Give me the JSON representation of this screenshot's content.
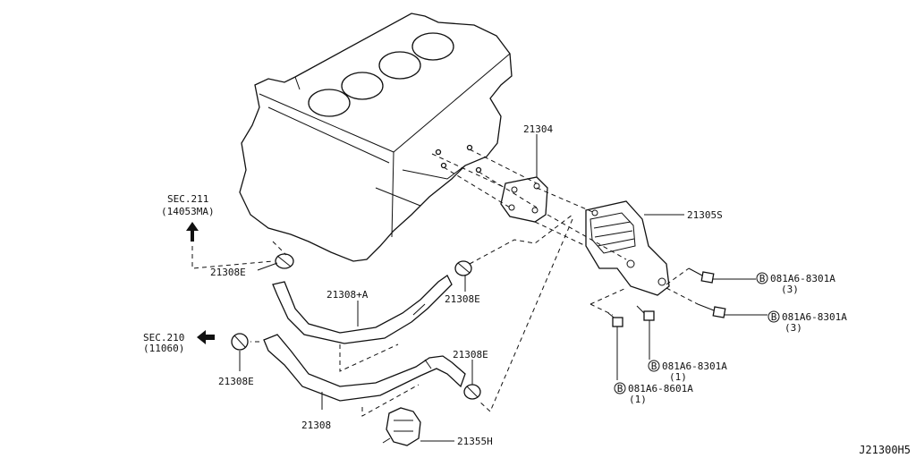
{
  "diagram": {
    "code": "J21300H5",
    "labels": {
      "p21304": "21304",
      "p21305s": "21305S",
      "sec211": "SEC.211",
      "sec211_ref": "(14053MA)",
      "p21308e_a": "21308E",
      "p21308e_b": "21308E",
      "p21308e_c": "21308E",
      "p21308e_d": "21308E",
      "p21308a": "21308+A",
      "sec210": "SEC.210",
      "sec210_ref": "(11060)",
      "p21308": "21308",
      "p21355h": "21355H",
      "bolt_marker": "B",
      "bolt1": "081A6-8301A",
      "bolt1_qty": "(3)",
      "bolt2": "081A6-8301A",
      "bolt2_qty": "(3)",
      "bolt3": "081A6-8301A",
      "bolt3_qty": "(1)",
      "bolt4": "081A6-8601A",
      "bolt4_qty": "(1)"
    }
  }
}
